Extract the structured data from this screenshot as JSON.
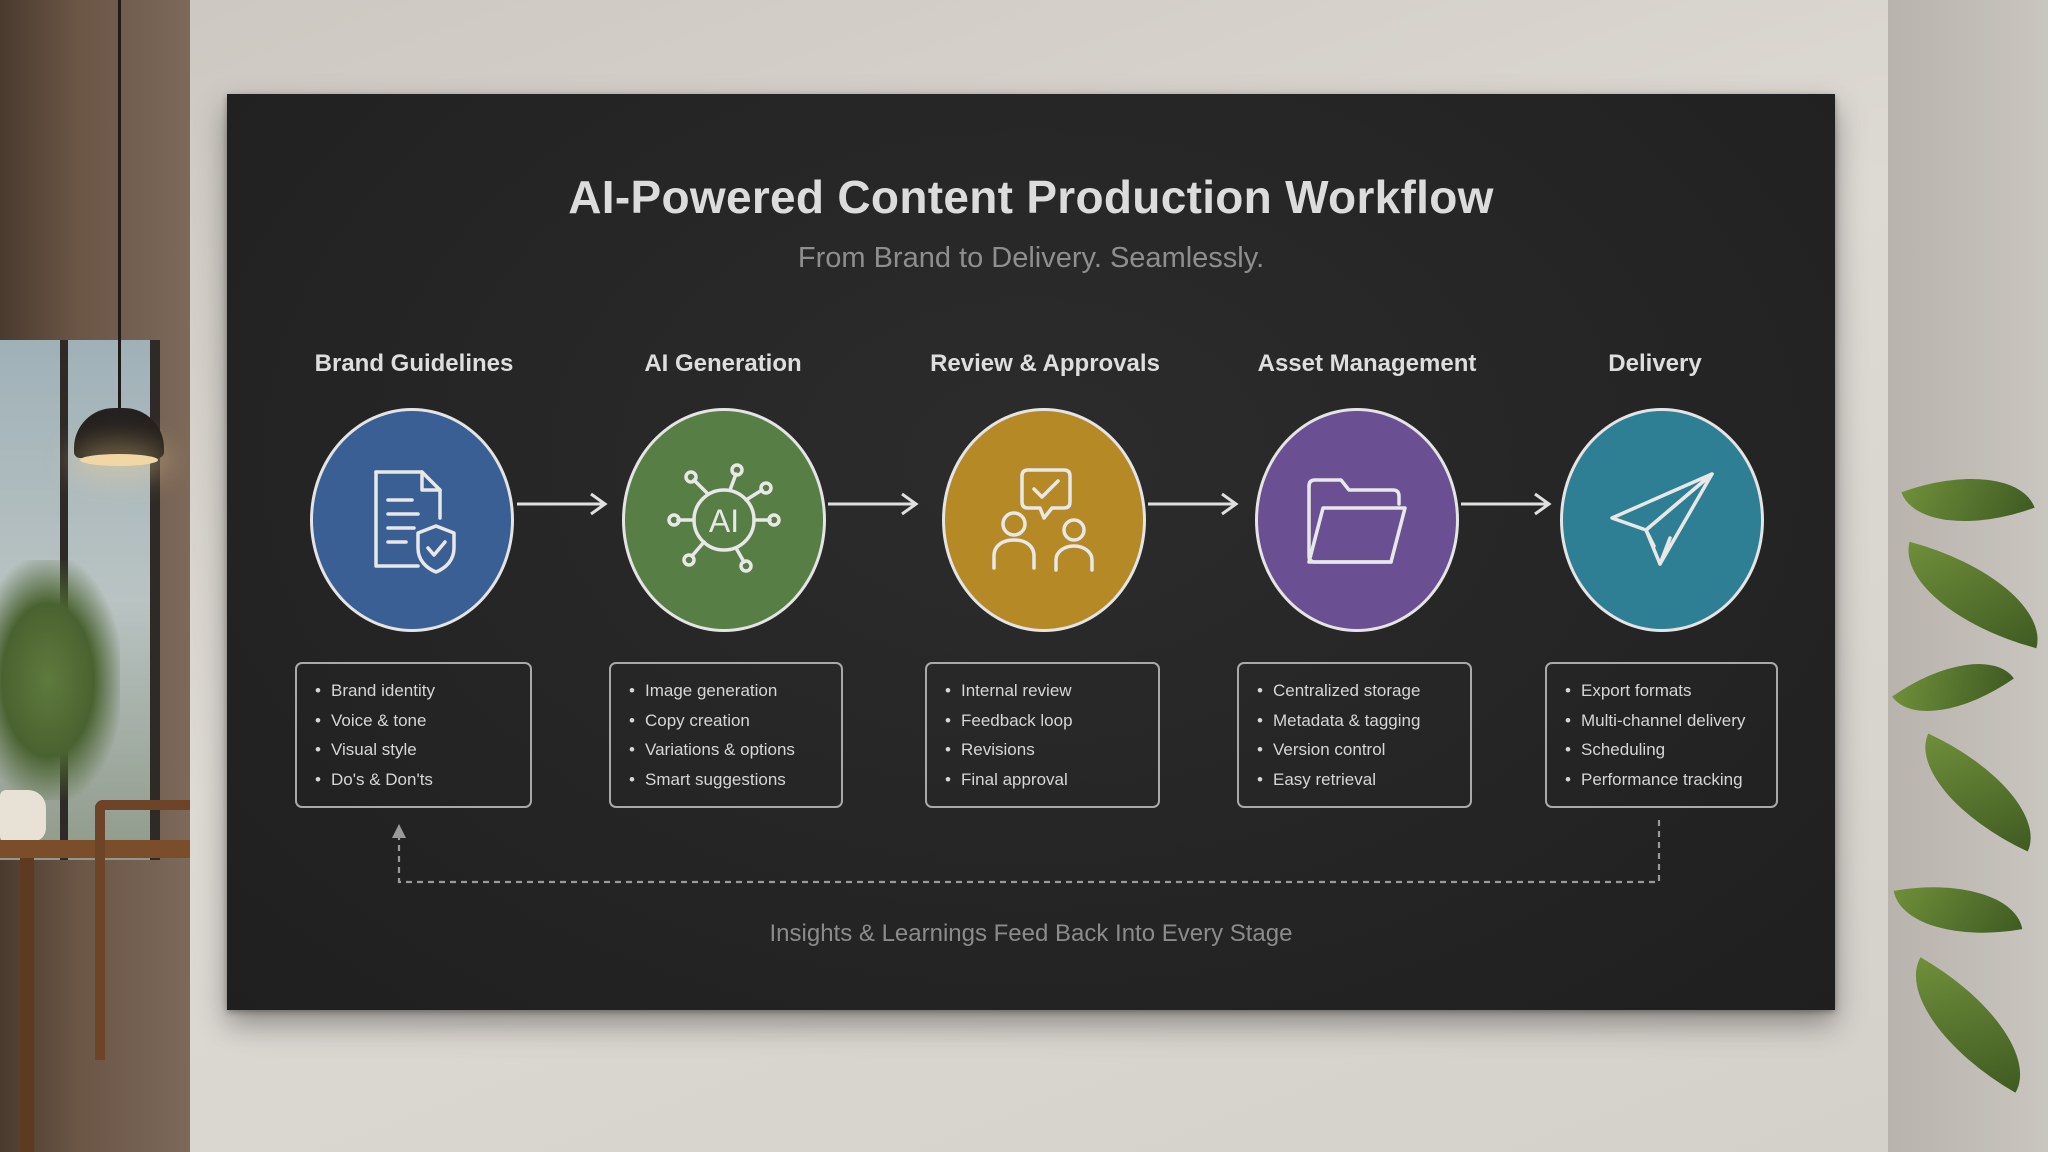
{
  "diagram": {
    "title": "AI-Powered Content Production Workflow",
    "subtitle": "From Brand to Delivery. Seamlessly.",
    "stages": [
      {
        "label": "Brand Guidelines",
        "color": "#3a5f94",
        "icon": "document-shield-icon",
        "items": [
          "Brand identity",
          "Voice & tone",
          "Visual style",
          "Do's & Don'ts"
        ]
      },
      {
        "label": "AI Generation",
        "color": "#577e45",
        "icon": "ai-network-icon",
        "items": [
          "Image generation",
          "Copy creation",
          "Variations & options",
          "Smart suggestions"
        ]
      },
      {
        "label": "Review & Approvals",
        "color": "#b58a26",
        "icon": "people-approval-icon",
        "items": [
          "Internal review",
          "Feedback loop",
          "Revisions",
          "Final approval"
        ]
      },
      {
        "label": "Asset Management",
        "color": "#6a4f93",
        "icon": "folder-icon",
        "items": [
          "Centralized storage",
          "Metadata & tagging",
          "Version control",
          "Easy retrieval"
        ]
      },
      {
        "label": "Delivery",
        "color": "#2f7f94",
        "icon": "paper-plane-icon",
        "items": [
          "Export formats",
          "Multi-channel delivery",
          "Scheduling",
          "Performance tracking"
        ]
      }
    ],
    "feedback_label": "Insights & Learnings Feed Back Into Every Stage"
  }
}
